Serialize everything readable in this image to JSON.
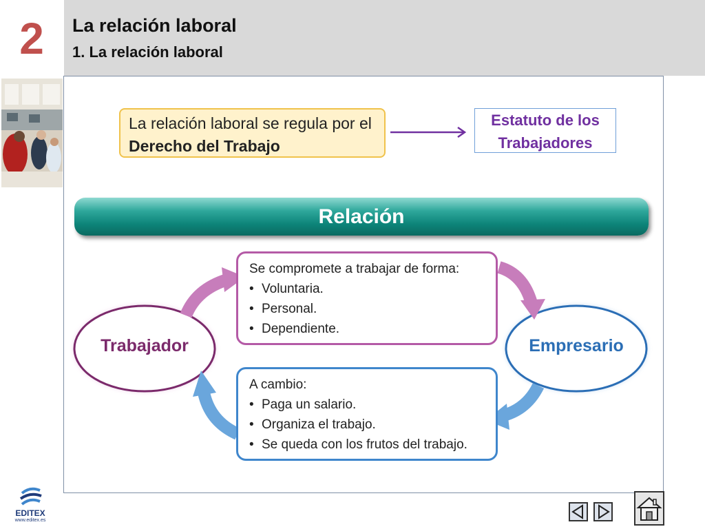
{
  "header": {
    "chapter_number": "2",
    "title": "La relación laboral",
    "subtitle": "1. La relación laboral"
  },
  "regulation": {
    "text_before": "La relación laboral se regula por el ",
    "text_bold": "Derecho del Trabajo",
    "target": "Estatuto de los Trabajadores"
  },
  "diagram": {
    "banner": "Relación",
    "worker": "Trabajador",
    "employer": "Empresario",
    "commitment": {
      "heading": "Se compromete a trabajar de forma:",
      "items": [
        "Voluntaria.",
        "Personal.",
        "Dependiente."
      ]
    },
    "exchange": {
      "heading": "A cambio:",
      "items": [
        "Paga un salario.",
        "Organiza el trabajo.",
        "Se queda con los frutos del trabajo."
      ]
    },
    "colors": {
      "worker": "#b45aa6",
      "employer": "#3f86cc",
      "banner": "#0d8479",
      "chapter": "#c0504d"
    }
  },
  "footer": {
    "logo_text": "EDITEX",
    "logo_url": "www.editex.es",
    "icons": [
      "editex-logo-icon",
      "previous-icon",
      "next-icon",
      "home-icon"
    ]
  }
}
